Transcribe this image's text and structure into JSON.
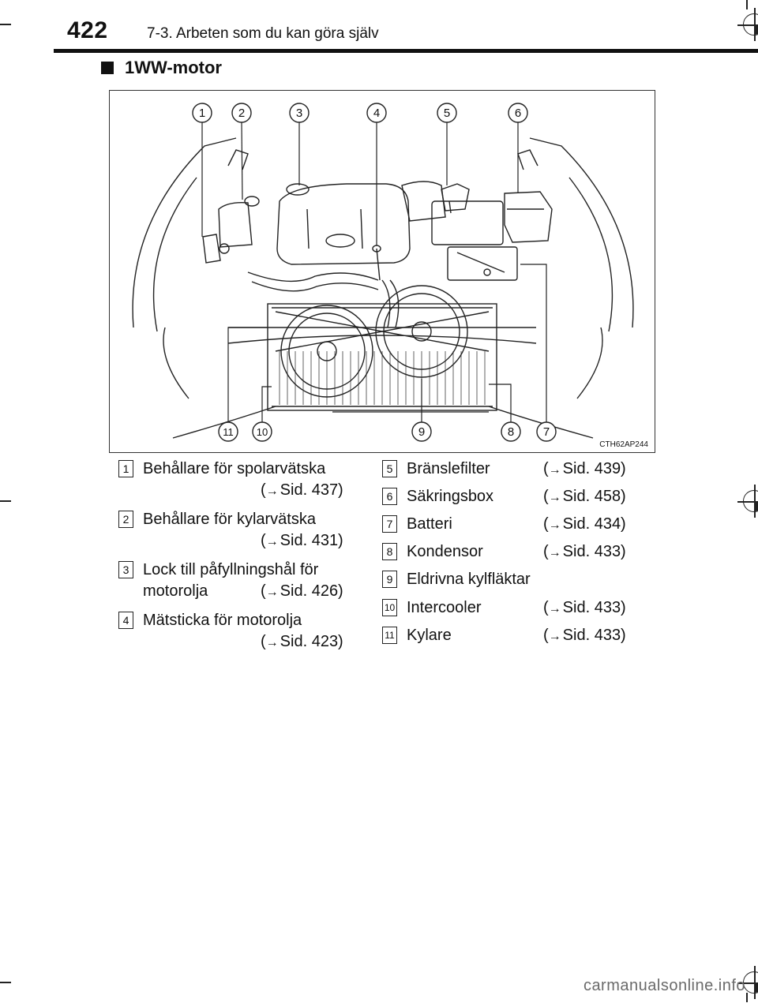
{
  "header": {
    "page_number": "422",
    "chapter_title": "7-3. Arbeten som du kan göra själv"
  },
  "section": {
    "heading": "1WW-motor"
  },
  "figure": {
    "code": "CTH62AP244",
    "callouts": [
      "1",
      "2",
      "3",
      "4",
      "5",
      "6",
      "7",
      "8",
      "9",
      "10",
      "11"
    ]
  },
  "legend": {
    "items": [
      {
        "num": "1",
        "lines": [
          "Behållare för spolarvätska"
        ],
        "ref": "Sid. 437)"
      },
      {
        "num": "2",
        "lines": [
          "Behållare för kylarvätska"
        ],
        "ref": "Sid. 431)"
      },
      {
        "num": "3",
        "lines": [
          "Lock till påfyllningshål för",
          "motorolja"
        ],
        "ref": "Sid. 426)"
      },
      {
        "num": "4",
        "lines": [
          "Mätsticka för motorolja"
        ],
        "ref": "Sid. 423)"
      },
      {
        "num": "5",
        "lines": [
          "Bränslefilter"
        ],
        "ref": "Sid. 439)"
      },
      {
        "num": "6",
        "lines": [
          "Säkringsbox"
        ],
        "ref": "Sid. 458)"
      },
      {
        "num": "7",
        "lines": [
          "Batteri"
        ],
        "ref": "Sid. 434)"
      },
      {
        "num": "8",
        "lines": [
          "Kondensor"
        ],
        "ref": "Sid. 433)"
      },
      {
        "num": "9",
        "lines": [
          "Eldrivna kylfläktar"
        ],
        "ref": ""
      },
      {
        "num": "10",
        "lines": [
          "Intercooler"
        ],
        "ref": "Sid. 433)"
      },
      {
        "num": "11",
        "lines": [
          "Kylare"
        ],
        "ref": "Sid. 433)"
      }
    ],
    "ref_open": "(",
    "arrow_glyph": "→"
  },
  "watermark": "carmanualsonline.info"
}
